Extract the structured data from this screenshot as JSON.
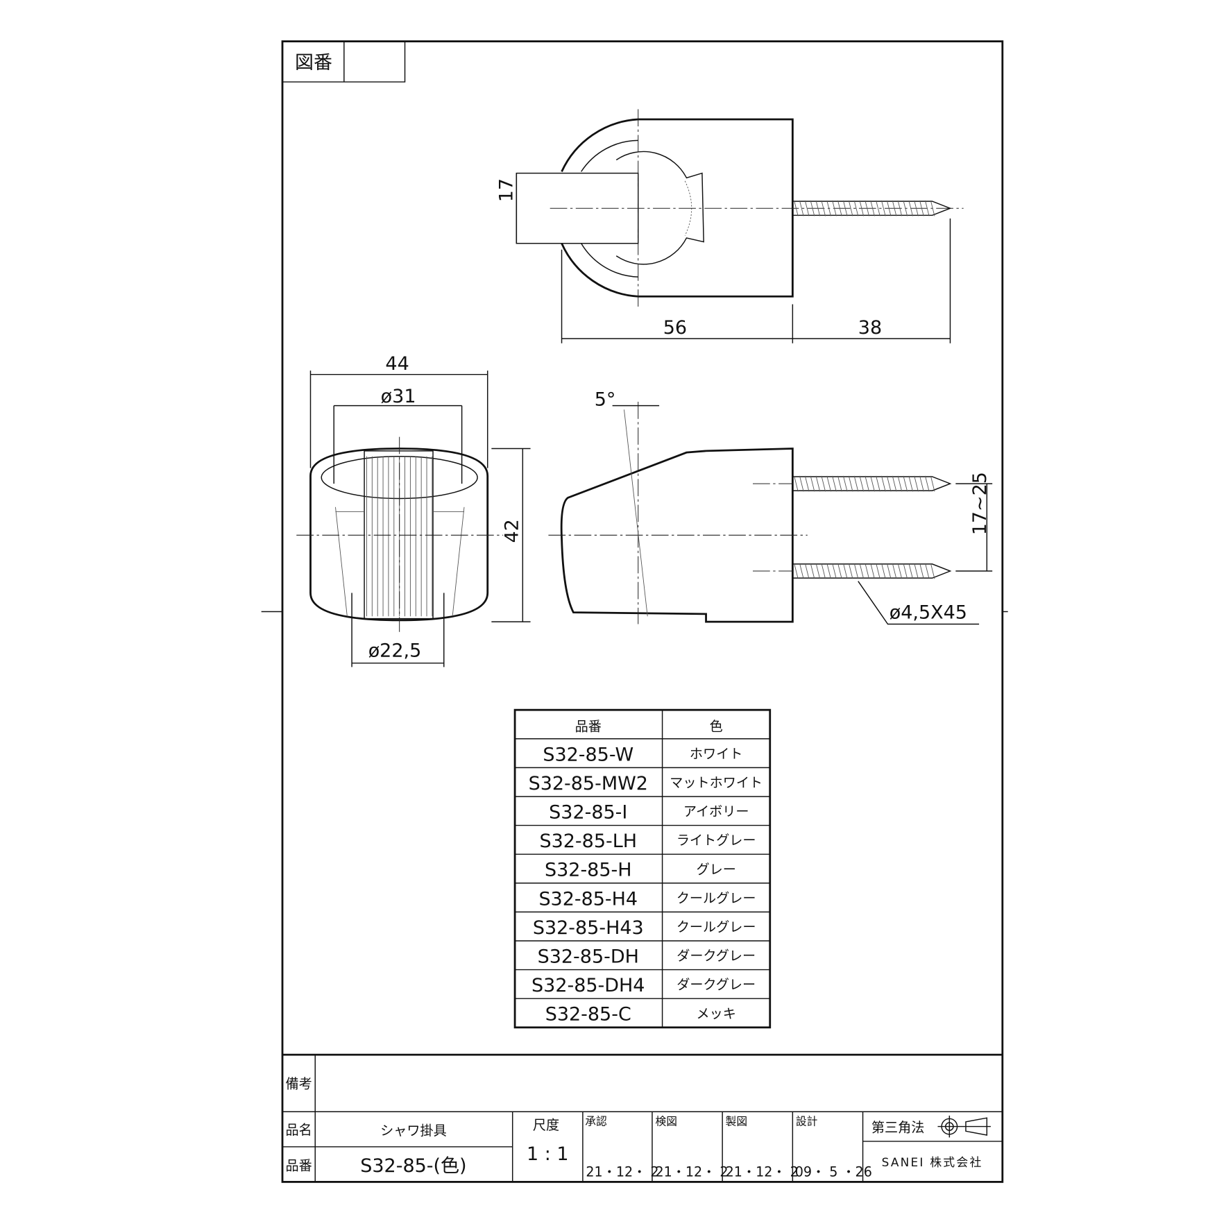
{
  "drawing_number": {
    "label": "図番",
    "value": ""
  },
  "dimensions": {
    "pipe_dia": "17",
    "body_length": "56",
    "screw_length": "38",
    "width": "44",
    "bore_top": "ø31",
    "bore_bottom": "ø22,5",
    "height": "42",
    "angle": "5°",
    "screw_pitch": "17~25",
    "screw_spec": "ø4,5X45"
  },
  "variants_table": {
    "headers": [
      "品番",
      "色"
    ],
    "rows": [
      [
        "S32-85-W",
        "ホワイト"
      ],
      [
        "S32-85-MW2",
        "マットホワイト"
      ],
      [
        "S32-85-I",
        "アイボリー"
      ],
      [
        "S32-85-LH",
        "ライトグレー"
      ],
      [
        "S32-85-H",
        "グレー"
      ],
      [
        "S32-85-H4",
        "クールグレー"
      ],
      [
        "S32-85-H43",
        "クールグレー"
      ],
      [
        "S32-85-DH",
        "ダークグレー"
      ],
      [
        "S32-85-DH4",
        "ダークグレー"
      ],
      [
        "S32-85-C",
        "メッキ"
      ]
    ]
  },
  "title_block": {
    "remarks_label": "備考",
    "name_label": "品名",
    "name_value": "シャワ掛具",
    "number_label": "品番",
    "number_value": "S32-85-(色)",
    "scale_label": "尺度",
    "scale_value": "1 : 1",
    "approved_label": "承認",
    "approved_date": "21・12・ 2",
    "checked_label": "検図",
    "checked_date": "21・12・ 2",
    "drawn_label": "製図",
    "drawn_date": "21・12・ 2",
    "designed_label": "設計",
    "designed_date": "09・ 5 ・26",
    "projection": "第三角法",
    "company": "SANEI 株式会社"
  }
}
